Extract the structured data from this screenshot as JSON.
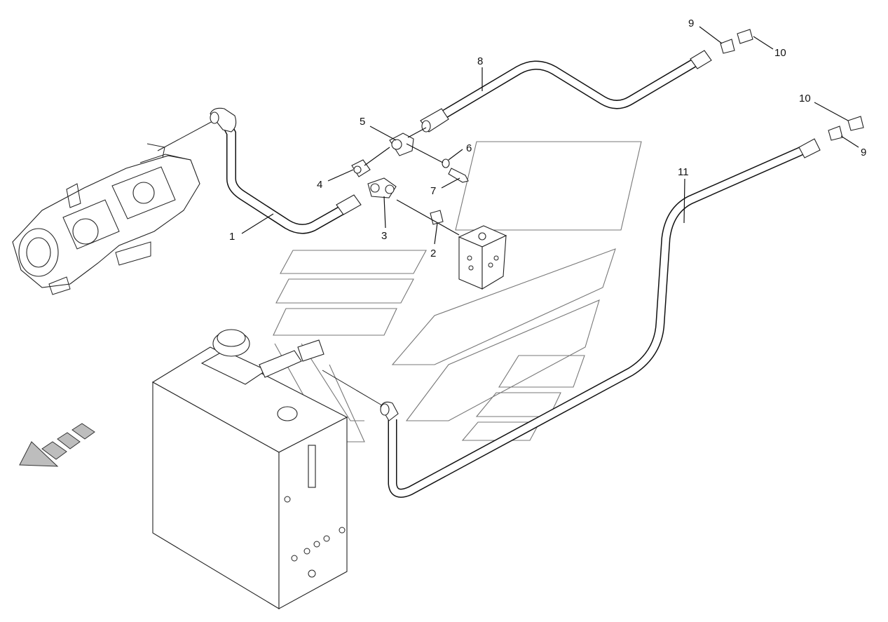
{
  "callouts": [
    {
      "id": "c1",
      "label": "1"
    },
    {
      "id": "c2",
      "label": "2"
    },
    {
      "id": "c3",
      "label": "3"
    },
    {
      "id": "c4",
      "label": "4"
    },
    {
      "id": "c5",
      "label": "5"
    },
    {
      "id": "c6",
      "label": "6"
    },
    {
      "id": "c7",
      "label": "7"
    },
    {
      "id": "c8",
      "label": "8"
    },
    {
      "id": "c9a",
      "label": "9"
    },
    {
      "id": "c10a",
      "label": "10"
    },
    {
      "id": "c10b",
      "label": "10"
    },
    {
      "id": "c9b",
      "label": "9"
    },
    {
      "id": "c11",
      "label": "11"
    }
  ],
  "icons": {
    "direction": "front-direction-arrow-icon",
    "watermark": "brand-watermark-icon"
  }
}
